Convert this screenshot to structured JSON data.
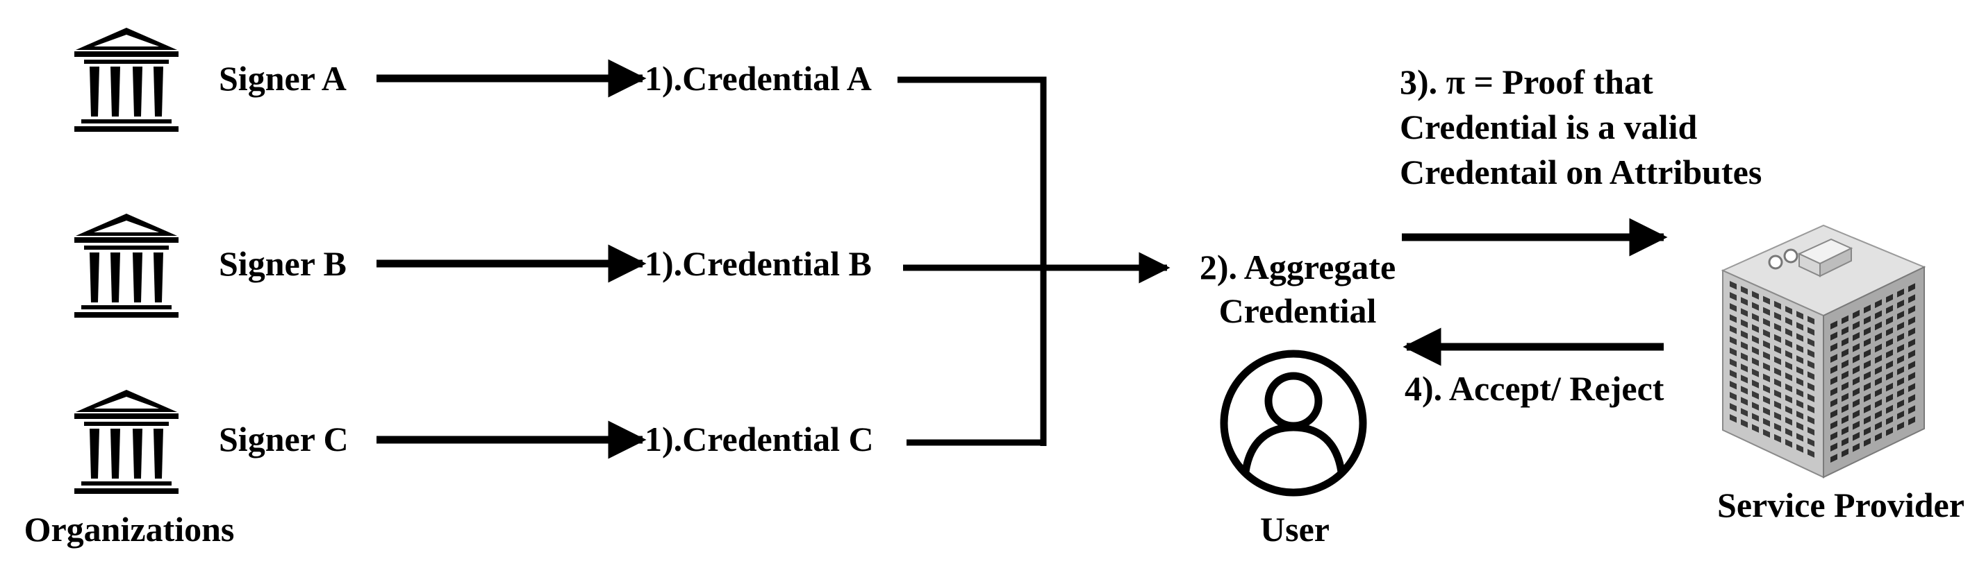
{
  "organizations": {
    "caption": "Organizations",
    "signers": [
      {
        "label": "Signer A",
        "credential": "1).Credential A"
      },
      {
        "label": "Signer B",
        "credential": "1).Credential B"
      },
      {
        "label": "Signer C",
        "credential": "1).Credential C"
      }
    ]
  },
  "user": {
    "aggregate_line1": "2). Aggregate",
    "aggregate_line2": "Credential",
    "caption": "User"
  },
  "proof": {
    "line1": "3). π = Proof that",
    "line2": "Credential is a valid",
    "line3": "Credentail on Attributes"
  },
  "response": {
    "label": "4). Accept/ Reject"
  },
  "service_provider": {
    "caption": "Service Provider"
  },
  "icons": {
    "organization": "bank-building-icon",
    "user": "user-avatar-icon",
    "service_provider": "office-building-icon"
  },
  "colors": {
    "ink": "#000000",
    "background": "#ffffff"
  }
}
